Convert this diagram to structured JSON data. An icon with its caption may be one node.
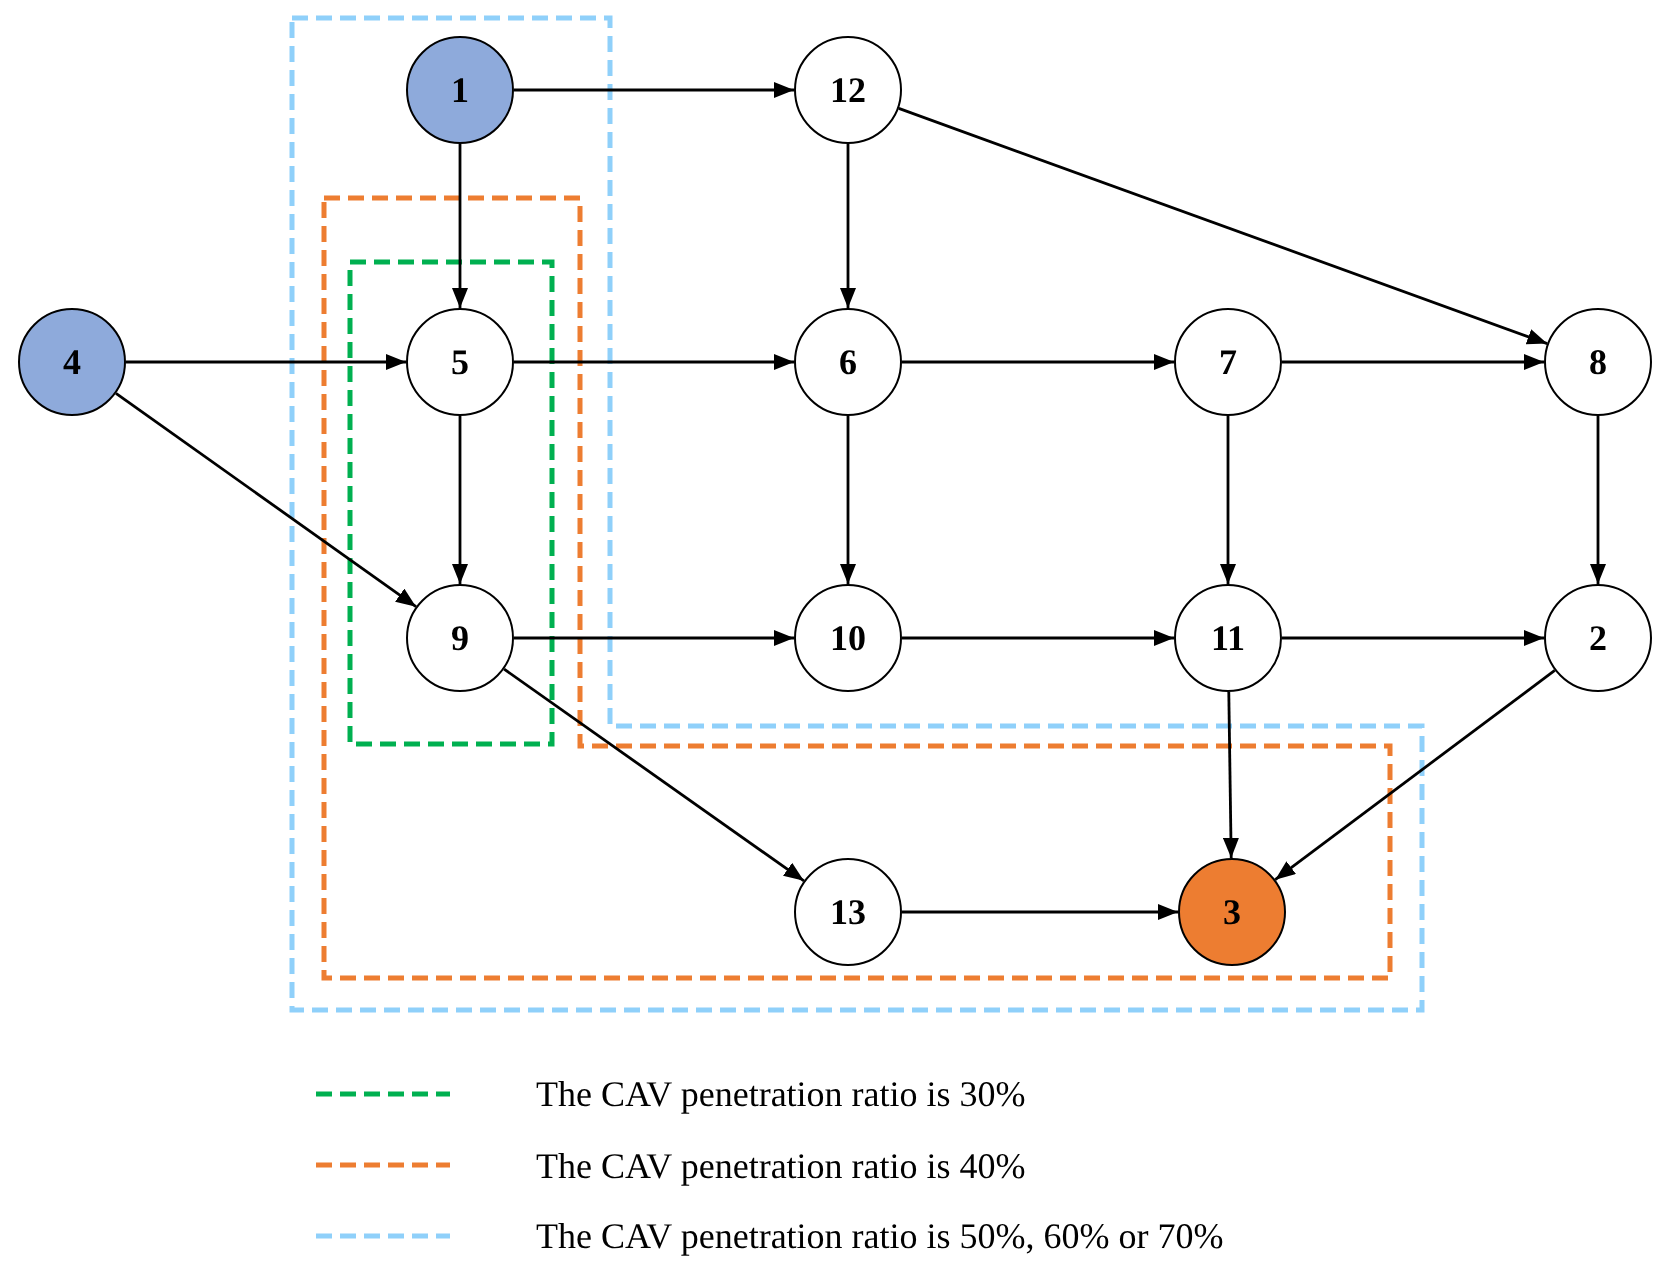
{
  "diagram": {
    "nodes": [
      {
        "text": [
          "1"
        ]
      },
      {
        "text": [
          "12"
        ]
      },
      {
        "text": [
          "4"
        ]
      },
      {
        "text": [
          "5"
        ]
      },
      {
        "text": [
          "6"
        ]
      },
      {
        "text": [
          "7"
        ]
      },
      {
        "text": [
          "8"
        ]
      },
      {
        "text": [
          "9"
        ]
      },
      {
        "text": [
          "10"
        ]
      },
      {
        "text": [
          "11"
        ]
      },
      {
        "text": [
          "2"
        ]
      },
      {
        "text": [
          "13"
        ]
      },
      {
        "text": [
          "3"
        ]
      }
    ],
    "edges": [
      {
        "from": 0,
        "to": 1,
        "arrow": "to"
      },
      {
        "from": 0,
        "to": 3,
        "arrow": "to"
      },
      {
        "from": 1,
        "to": 4,
        "arrow": "to"
      },
      {
        "from": 1,
        "to": 6,
        "arrow": "to"
      },
      {
        "from": 2,
        "to": 3,
        "arrow": "to"
      },
      {
        "from": 2,
        "to": 7,
        "arrow": "to"
      },
      {
        "from": 3,
        "to": 4,
        "arrow": "to"
      },
      {
        "from": 3,
        "to": 7,
        "arrow": "to"
      },
      {
        "from": 4,
        "to": 5,
        "arrow": "to"
      },
      {
        "from": 5,
        "to": 6,
        "arrow": "to"
      },
      {
        "from": 4,
        "to": 8,
        "arrow": "to"
      },
      {
        "from": 5,
        "to": 9,
        "arrow": "to"
      },
      {
        "from": 6,
        "to": 10,
        "arrow": "to"
      },
      {
        "from": 7,
        "to": 8,
        "arrow": "to"
      },
      {
        "from": 8,
        "to": 9,
        "arrow": "to"
      },
      {
        "from": 9,
        "to": 10,
        "arrow": "to"
      },
      {
        "from": 9,
        "to": 12,
        "arrow": "to"
      },
      {
        "from": 10,
        "to": 12,
        "arrow": "to"
      },
      {
        "from": 7,
        "to": 11,
        "arrow": "to"
      },
      {
        "from": 11,
        "to": 12,
        "arrow": "to"
      }
    ],
    "legend": [
      {
        "text": "The CAV penetration ratio is 30%"
      },
      {
        "text": "The CAV penetration ratio is 40%"
      },
      {
        "text": "The CAV penetration ratio is 50%, 60% or 70%"
      }
    ]
  }
}
